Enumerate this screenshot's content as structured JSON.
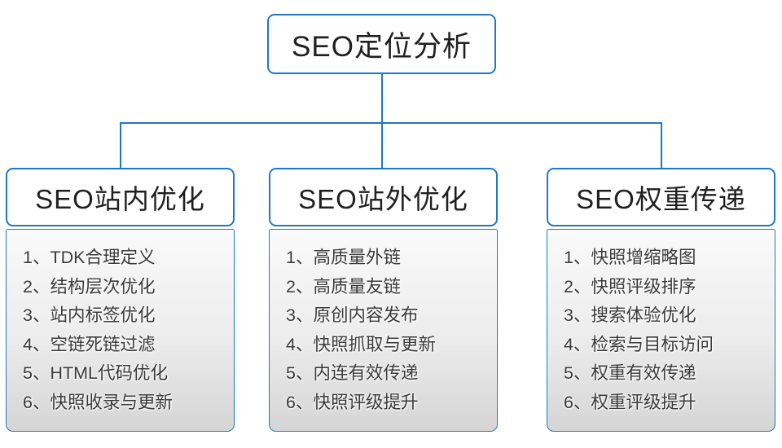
{
  "colors": {
    "accent": "#1e79c3",
    "ink": "#1f1f1f",
    "itemInk": "#3a3a3a",
    "panelTop": "#fafafa",
    "panelBottom": "#d5d5d5",
    "boxBg": "#ffffff"
  },
  "root": {
    "title": "SEO定位分析"
  },
  "columns": [
    {
      "title": "SEO站内优化",
      "items": [
        "1、TDK合理定义",
        "2、结构层次优化",
        "3、站内标签优化",
        "4、空链死链过滤",
        "5、HTML代码优化",
        "6、快照收录与更新"
      ]
    },
    {
      "title": "SEO站外优化",
      "items": [
        "1、高质量外链",
        "2、高质量友链",
        "3、原创内容发布",
        "4、快照抓取与更新",
        "5、内连有效传递",
        "6、快照评级提升"
      ]
    },
    {
      "title": "SEO权重传递",
      "items": [
        "1、快照增缩略图",
        "2、快照评级排序",
        "3、搜索体验优化",
        "4、检索与目标访问",
        "5、权重有效传递",
        "6、权重评级提升"
      ]
    }
  ]
}
